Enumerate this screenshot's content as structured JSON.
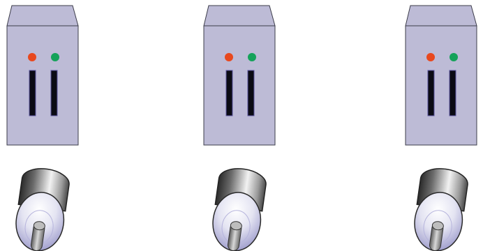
{
  "colors": {
    "background": "#ffffff",
    "tower_body": "#bdbbd6",
    "tower_outline": "#3c3c4a",
    "led_red": "#e8481e",
    "led_green": "#15a25a",
    "drive_slot": "#0b0b14",
    "cylinder_dark": "#2a2a2a",
    "cylinder_light": "#eeeeee",
    "end_cap_light": "#f4f4fa",
    "end_cap_dark": "#9290c6"
  },
  "units": [
    {
      "server": {
        "name": "server-tower",
        "leds": [
          "red",
          "green"
        ],
        "slots": 2
      },
      "storage": {
        "name": "database-cylinder"
      }
    },
    {
      "server": {
        "name": "server-tower",
        "leds": [
          "red",
          "green"
        ],
        "slots": 2
      },
      "storage": {
        "name": "database-cylinder"
      }
    },
    {
      "server": {
        "name": "server-tower",
        "leds": [
          "red",
          "green"
        ],
        "slots": 2
      },
      "storage": {
        "name": "database-cylinder"
      }
    }
  ]
}
